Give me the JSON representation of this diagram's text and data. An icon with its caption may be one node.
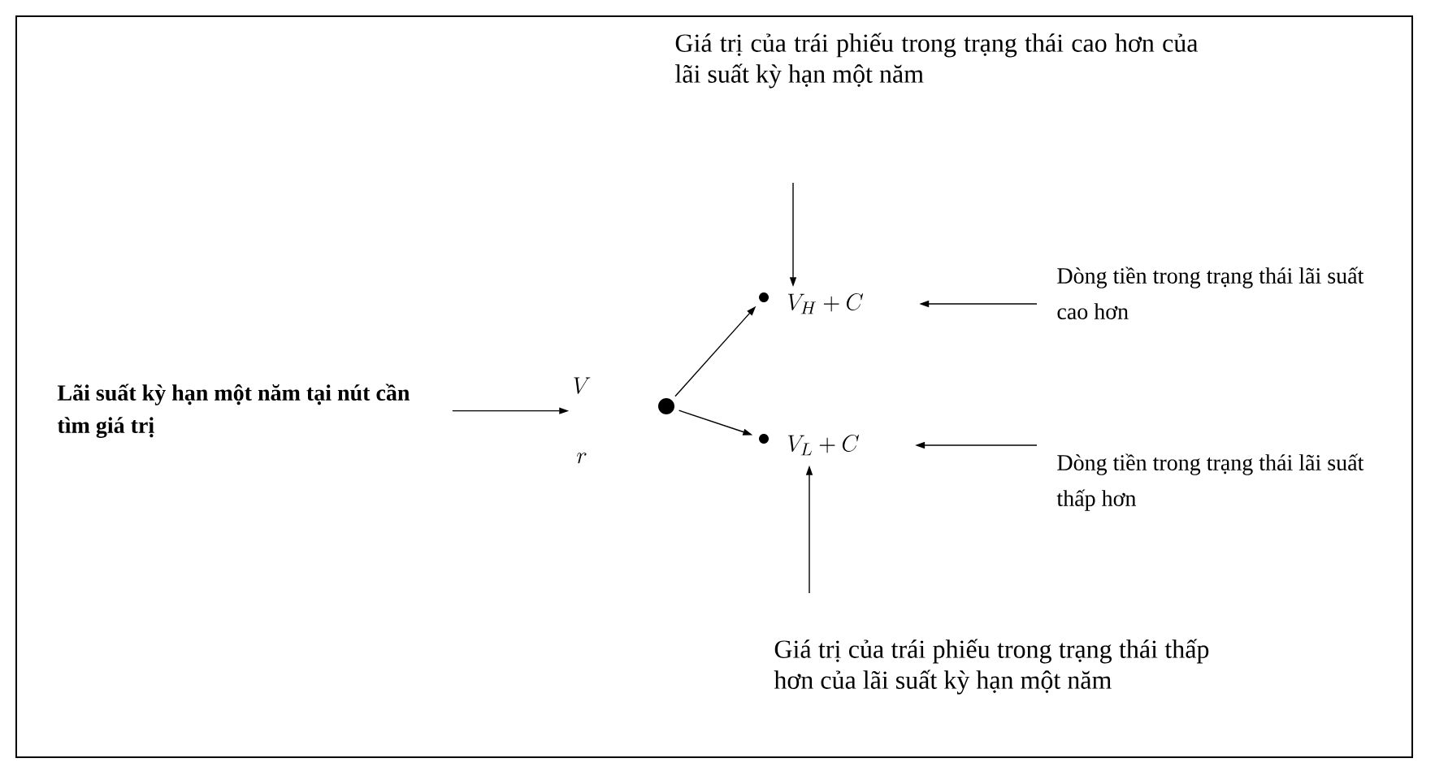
{
  "diagram": {
    "nodes": [
      {
        "text": [
          "Giá trị của trái phiếu trong trạng thái cao hơn của lãi suất kỳ hạn một năm"
        ]
      },
      {
        "text": [
          "Lãi suất kỳ hạn một năm tại nút cần tìm giá trị"
        ]
      },
      {
        "text": [
          "V",
          "r"
        ]
      },
      {
        "text": [],
        "shape": "circle"
      },
      {
        "text": [],
        "shape": "circle"
      },
      {
        "text": [
          "V_H + C"
        ]
      },
      {
        "text": [
          "Dòng tiền trong trạng thái lãi suất cao hơn"
        ]
      },
      {
        "text": [],
        "shape": "circle"
      },
      {
        "text": [
          "V_L + C"
        ]
      },
      {
        "text": [
          "Dòng tiền trong trạng thái lãi suất thấp hơn"
        ]
      },
      {
        "text": [
          "Giá trị của trái phiếu trong trạng thái thấp hơn của lãi suất kỳ hạn một năm"
        ]
      }
    ],
    "edges": [
      {
        "from": 1,
        "to": 2,
        "arrow": "to"
      },
      {
        "from": 3,
        "to": 4,
        "arrow": "to"
      },
      {
        "from": 3,
        "to": 7,
        "arrow": "to"
      },
      {
        "from": 0,
        "to": 5,
        "arrow": "to"
      },
      {
        "from": 6,
        "to": 5,
        "arrow": "to"
      },
      {
        "from": 9,
        "to": 8,
        "arrow": "to"
      },
      {
        "from": 10,
        "to": 8,
        "arrow": "to"
      }
    ]
  }
}
